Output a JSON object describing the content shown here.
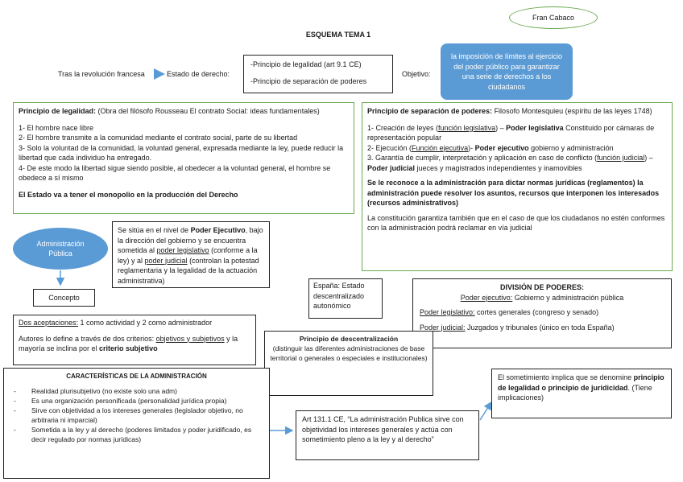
{
  "author": "Fran Cabaco",
  "title": "ESQUEMA TEMA 1",
  "intro": {
    "left": "Tras la revolución francesa",
    "middle": "Estado de derecho:",
    "principles": [
      "-Principio de legalidad (art 9.1 CE)",
      "-Principio de separación de poderes"
    ],
    "objective_label": "Objetivo:",
    "objective": "la imposición de límites al ejercicio del poder público para garantizar una serie de derechos a los ciudadanos"
  },
  "legalidad": {
    "title": "Principio de legalidad:",
    "subtitle": "(Obra del filósofo Rousseau El contrato Social: ideas fundamentales)",
    "items": [
      "1- El hombre nace libre",
      "2- El hombre transmite a la comunidad mediante el contrato social, parte de su libertad",
      "3- Solo la voluntad de la comunidad, la voluntad general, expresada mediante la ley, puede reducir la libertad que cada individuo ha entregado.",
      "4- De este modo la libertad sigue siendo posible, al obedecer a la voluntad general, el hombre se obedece a sí mismo"
    ],
    "conclusion": "El Estado va a tener el monopolio en la producción del Derecho"
  },
  "separacion": {
    "title": "Principio de separación de poderes:",
    "subtitle": "Filosofo Montesquieu (espíritu de las leyes 1748)",
    "item1_a": "1- Creación de leyes (",
    "item1_u": "función legislativa",
    "item1_b": ") – ",
    "item1_bold": "Poder legislativa",
    "item1_c": " Constituido por cámaras de representación popular",
    "item2_a": "2- Ejecución (",
    "item2_u": "Función ejecutiva",
    "item2_b": ")- ",
    "item2_bold": "Poder ejecutivo",
    "item2_c": " gobierno y administración",
    "item3_a": "3. Garantía de cumplir, interpretación y aplicación en caso de conflicto (",
    "item3_u": "función judicial",
    "item3_b": ") – ",
    "item3_bold": "Poder judicial",
    "item3_c": " jueces y magistrados independientes y inamovibles",
    "reglamentos": "Se le reconoce a la administración para dictar normas jurídicas (reglamentos) la administración puede resolver los asuntos, recursos que interponen los interesados (recursos administrativos)",
    "garantia": "La constitución garantiza también que en el caso de que los ciudadanos no estén conformes con la administración podrá reclamar en vía judicial"
  },
  "admin_publica": "Administración Pública",
  "ejecutivo": {
    "a": "Se sitúa en el nivel de ",
    "bold": "Poder Ejecutivo",
    "b": ", bajo la dirección del gobierno y se encuentra sometida al ",
    "u1": "poder legislativo",
    "c": " (conforme a la ley) y al ",
    "u2": "poder judicial",
    "d": " (controlan la potestad reglamentaria y la legalidad de la actuación administrativa)"
  },
  "concepto": "Concepto",
  "espana": "España: Estado descentralizado autonómico",
  "division": {
    "title": "DIVISIÓN DE PODERES:",
    "ejecutivo_label": "Poder ejecutivo:",
    "ejecutivo_text": " Gobierno y administración pública",
    "legislativo_label": "Poder legislativo:",
    "legislativo_text": " cortes generales (congreso y senado)",
    "judicial_label": "Poder judicial:",
    "judicial_text": " Juzgados y tribunales (único en toda España)"
  },
  "aceptaciones": {
    "label": "Dos aceptaciones:",
    "text": " 1 como actividad y 2 como administrador",
    "crit_a": "Autores lo define a través de dos criterios: ",
    "crit_u": "objetivos y subjetivos",
    "crit_b": " y la mayoría se inclina por el ",
    "crit_bold": "criterio subjetivo"
  },
  "descentralizacion": {
    "title": "Principio de descentralización",
    "text": "(distinguir las diferentes administraciones de base territorial o generales o especiales e institucionales)"
  },
  "caracteristicas": {
    "title": "CARACTERÍSTICAS DE LA ADMINISTRACIÓN",
    "items": [
      "Realidad plurisubjetivo (no existe solo una adm)",
      "Es una organización personificada (personalidad jurídica propia)",
      "Sirve con objetividad a los intereses generales (legislador objetivo, no arbitraria ni imparcial)",
      "Sometida a la ley y al derecho (poderes limitados y poder juridificado, es decir regulado por normas jurídicas)"
    ]
  },
  "art131": "Art 131.1 CE, “La administración Publica sirve con objetividad los intereses generales y actúa con sometimiento pleno a la ley y al derecho”",
  "sometimiento": {
    "a": "El sometimiento implica que se denomine ",
    "bold": "principio de legalidad o principio de juridicidad",
    "b": ". (Tiene implicaciones)"
  },
  "colors": {
    "accent_blue": "#5b9bd5",
    "green_border": "#6aa84f"
  }
}
